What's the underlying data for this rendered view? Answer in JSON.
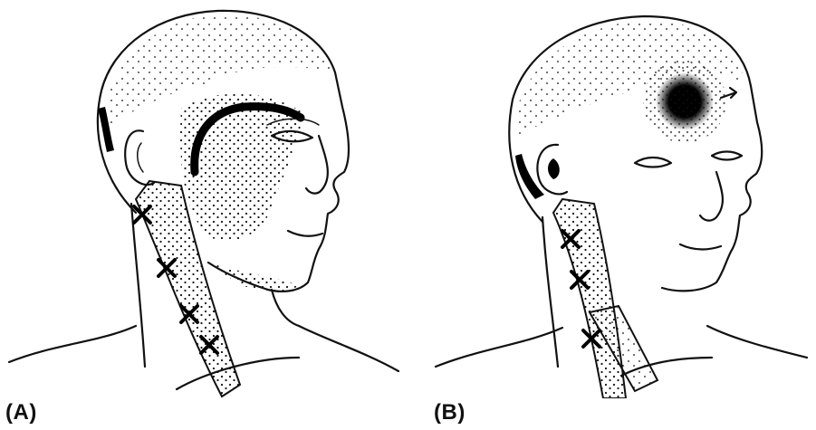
{
  "panels": [
    {
      "label": "(A)",
      "trigger_points": 4
    },
    {
      "label": "(B)",
      "trigger_points": 3
    }
  ],
  "colors": {
    "ink": "#111111",
    "background": "#ffffff"
  }
}
